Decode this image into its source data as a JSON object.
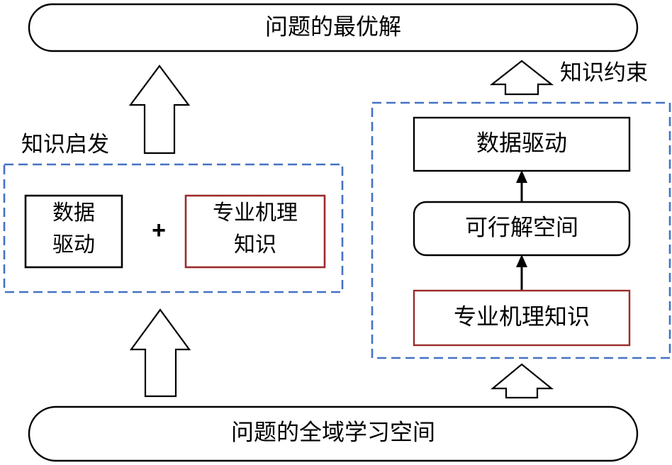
{
  "diagram": {
    "title_top": "问题的最优解",
    "title_bottom": "问题的全域学习空间",
    "colors": {
      "outline": "#000000",
      "knowledge_box": "#9c2b2b",
      "group_dashed": "#4472c4",
      "background": "#ffffff"
    },
    "groups": [
      {
        "id": "knowledge-heuristic",
        "label": "知识启发",
        "label_position": "above-left"
      },
      {
        "id": "knowledge-constraint",
        "label": "知识约束",
        "label_position": "above-right"
      }
    ],
    "nodes": {
      "top_goal": {
        "label": "问题的最优解",
        "shape": "stadium",
        "border": "black"
      },
      "bottom_space": {
        "label": "问题的全域学习空间",
        "shape": "stadium",
        "border": "black"
      },
      "left_data_driven": {
        "line1": "数据",
        "line2": "驱动",
        "shape": "rect",
        "border": "black"
      },
      "left_plus": {
        "label": "+"
      },
      "left_domain_knowledge": {
        "line1": "专业机理",
        "line2": "知识",
        "shape": "rect",
        "border": "red"
      },
      "right_data_driven": {
        "label": "数据驱动",
        "shape": "rect",
        "border": "black"
      },
      "right_feasible_space": {
        "label": "可行解空间",
        "shape": "rounded-rect",
        "border": "black"
      },
      "right_domain_knowledge": {
        "label": "专业机理知识",
        "shape": "rect",
        "border": "red"
      }
    },
    "connectors": [
      {
        "id": "arrow-heuristic-to-goal",
        "style": "block-arrow",
        "direction": "up"
      },
      {
        "id": "arrow-constraint-to-goal",
        "style": "block-arrow",
        "direction": "up"
      },
      {
        "id": "arrow-space-to-heuristic",
        "style": "block-arrow",
        "direction": "up"
      },
      {
        "id": "arrow-space-to-constraint",
        "style": "block-arrow",
        "direction": "up"
      },
      {
        "id": "arrow-knowledge-to-feasible",
        "style": "line-arrow",
        "direction": "up"
      },
      {
        "id": "arrow-feasible-to-data",
        "style": "line-arrow",
        "direction": "up"
      }
    ]
  }
}
